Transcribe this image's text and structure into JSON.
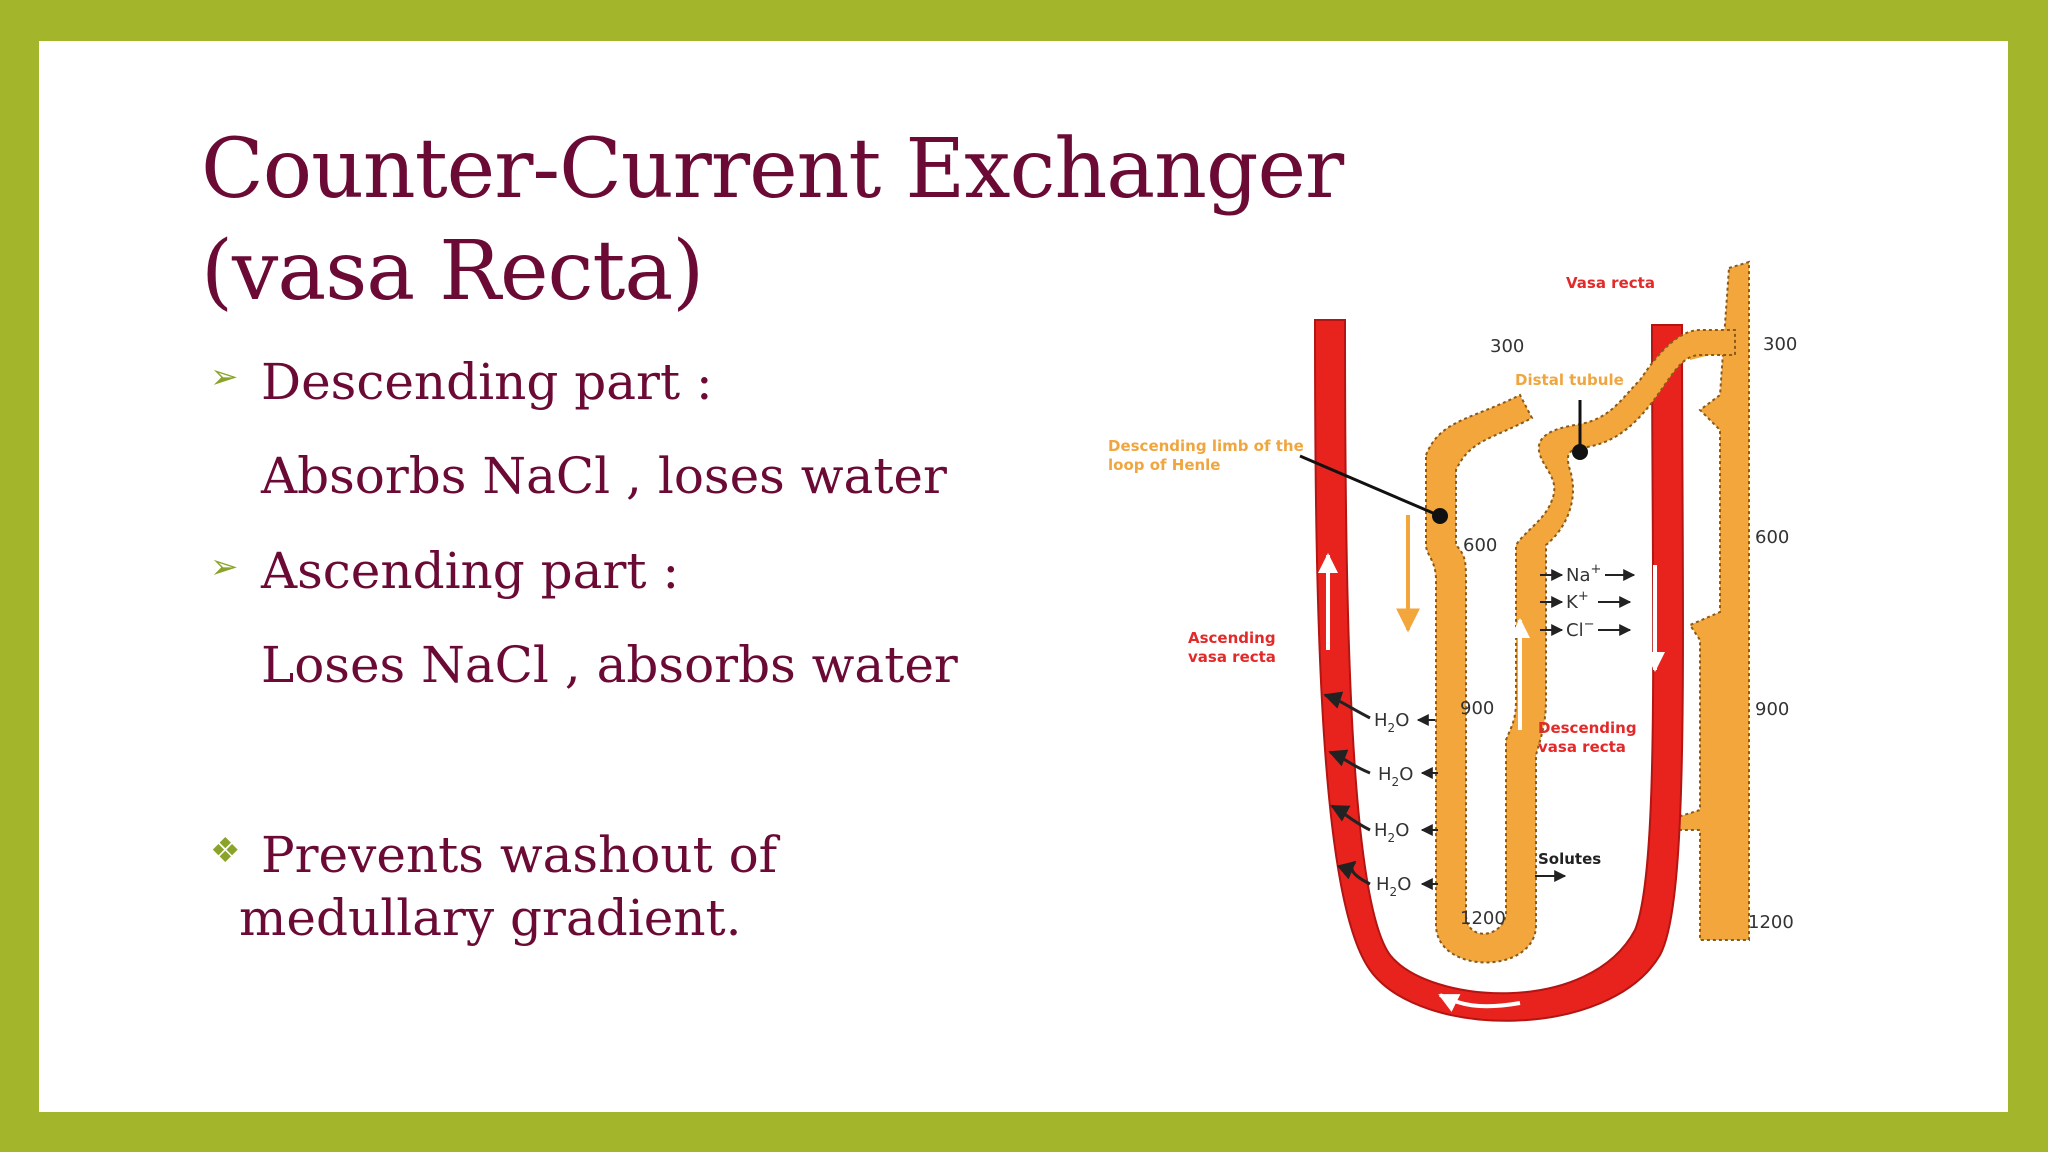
{
  "slide": {
    "title_line1": "Counter-Current Exchanger",
    "title_line2": "(vasa Recta)",
    "bullets": [
      {
        "label": "Descending part :",
        "detail": "Absorbs NaCl , loses water"
      },
      {
        "label": "Ascending part :",
        "detail": "Loses NaCl , absorbs water"
      }
    ],
    "note_line1": "Prevents washout of",
    "note_line2": "medullary gradient.",
    "marker_arrow": "➢",
    "marker_diamond": "❖"
  },
  "diagram": {
    "labels": {
      "vasa_recta": "Vasa recta",
      "distal_tubule": "Distal tubule",
      "descending_limb_1": "Descending limb of the",
      "descending_limb_2": "loop of Henle",
      "ascending_vasa_1": "Ascending",
      "ascending_vasa_2": "vasa recta",
      "descending_vasa_1": "Descending",
      "descending_vasa_2": "vasa recta",
      "solutes": "Solutes"
    },
    "inner_osmolarity": [
      "300",
      "600",
      "900",
      "1200"
    ],
    "outer_osmolarity": [
      "300",
      "600",
      "900",
      "1200"
    ],
    "ions": [
      "Na",
      "K",
      "Cl"
    ],
    "ion_charges": [
      "+",
      "+",
      "−"
    ],
    "water": "H",
    "water_sub": "2",
    "water_o": "O",
    "colors": {
      "vessel": "#e8231e",
      "tubule": "#f3a63c",
      "title": "#6b0a35",
      "background": "#a3b52a"
    }
  }
}
